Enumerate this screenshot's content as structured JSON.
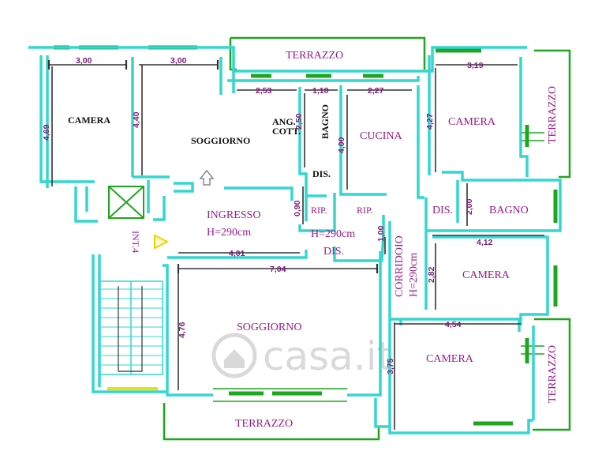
{
  "rooms": {
    "camera_tl": "CAMERA",
    "soggiorno_top": "SOGGIORNO",
    "ang_cott_1": "ANG.",
    "ang_cott_2": "COTT.",
    "bagno_vertical": "BAGNO",
    "dis_top": "DIS.",
    "cucina": "CUCINA",
    "camera_tr": "CAMERA",
    "terrazzo_top": "TERRAZZO",
    "terrazzo_right_top": "TERRAZZO",
    "terrazzo_right_bottom": "TERRAZZO",
    "terrazzo_bottom": "TERRAZZO",
    "ingresso": "INGRESSO",
    "ingresso_h": "H=290cm",
    "h_center": "H=290cm",
    "rip_1": "RIP.",
    "rip_2": "RIP.",
    "dis_right": "DIS.",
    "bagno_right": "BAGNO",
    "dis_center": "DIS.",
    "corridoio": "CORRIDOIO",
    "corridoio_h": "H=290cm",
    "camera_mid_right": "CAMERA",
    "soggiorno_bottom": "SOGGIORNO",
    "camera_br": "CAMERA",
    "int": "INT.4"
  },
  "dimensions": {
    "d_300_a": "3,00",
    "d_300_b": "3,00",
    "d_253": "2,53",
    "d_118": "1,18",
    "d_227": "2,27",
    "d_319": "3,19",
    "d_469": "4,69",
    "d_440": "4,40",
    "d_250": "2,50",
    "d_400": "4,00",
    "d_427": "4,27",
    "d_090": "0,90",
    "d_200": "2,00",
    "d_412": "4,12",
    "d_401": "4,01",
    "d_100": "1,00",
    "d_704": "7,04",
    "d_282": "2,82",
    "d_476": "4,76",
    "d_454": "4,54",
    "d_375": "3,75"
  },
  "watermark": "casa.it",
  "colors": {
    "walls": "#34d6d0",
    "windows": "#1fa61f",
    "labels": "#9a1a8c",
    "dimensions": "#7a1a7a"
  }
}
